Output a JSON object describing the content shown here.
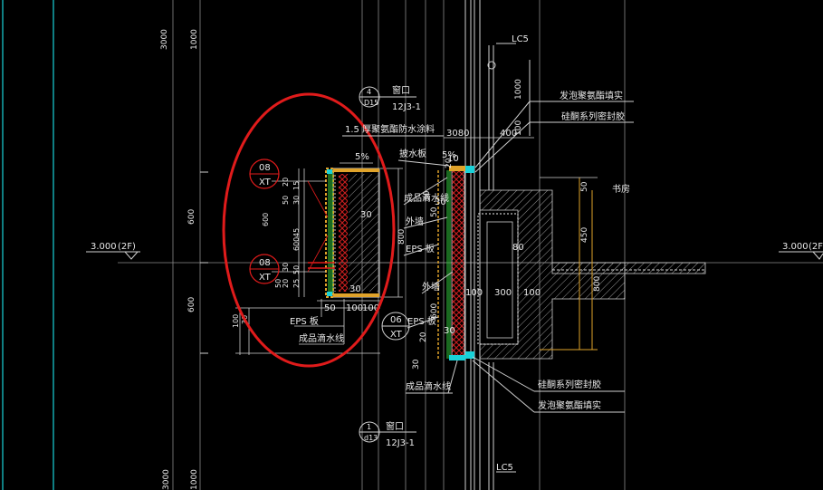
{
  "colors": {
    "background": "#000000",
    "line": "#cfcfcf",
    "cyan": "#19d2d8",
    "highlight": "#e01b1b",
    "insulation": "#e0a32a",
    "hatch": "#b8b8b8",
    "mesh": "#d02020",
    "green": "#2fbf3a"
  },
  "level": {
    "left_value": "3.000",
    "left_floor": "(2F)",
    "right_value": "3.000",
    "right_floor": "(2F)"
  },
  "left_dims": {
    "top": "3000",
    "top2": "1000",
    "mid": "600",
    "bottom": "600",
    "bottom2": "3000",
    "bottom3": "1000"
  },
  "callouts": {
    "upper": {
      "num": "08",
      "code": "XT"
    },
    "lower": {
      "num": "08",
      "code": "XT"
    },
    "right": {
      "num": "06",
      "code": "XT"
    },
    "window_top": {
      "num": "4",
      "sub": "D15",
      "title": "窗口",
      "ref": "12J3-1"
    },
    "window_bottom": {
      "num": "1",
      "sub": "d13",
      "title": "窗口",
      "ref": "12J3-1"
    }
  },
  "labels": {
    "lc5_top": "LC5",
    "lc5_bottom": "LC5",
    "pu_foam_fill_top": "发泡聚氨酯填实",
    "silicone_seal_top": "硅酮系列密封胶",
    "pu_waterproof": "1.5 厚聚氨酯防水涂料",
    "drip_board": "披水板",
    "dim_5pct": "5%",
    "finished_drip_line_mid": "成品滴水线",
    "outer_wall_top": "外墙",
    "eps_board_mid": "EPS 板",
    "outer_wall_right": "外墙",
    "eps_board_right": "EPS 板",
    "eps_board_left": "EPS 板",
    "finished_drip_line_left": "成品滴水线",
    "finished_drip_line_bottom": "成品滴水线",
    "silicone_seal_bottom": "硅酮系列密封胶",
    "pu_foam_fill_bottom": "发泡聚氨酯填实",
    "room": "书房"
  },
  "dims": {
    "d20a": "20",
    "d15": "15",
    "d50a": "50",
    "d30a": "30",
    "d45": "45",
    "d600a": "600",
    "d50b": "50",
    "d30b": "30",
    "d20b": "20",
    "d25": "25",
    "d50c": "50",
    "d50_bot": "50",
    "d100a": "100",
    "d100b": "100",
    "d30_box": "30",
    "d30_box2": "30",
    "d8080": "3080",
    "d100_top": "100",
    "d400": "400",
    "d1000": "1000",
    "d30_col": "30",
    "d100_wall": "100",
    "d300": "300",
    "d100_r": "100",
    "d80": "80",
    "d30_eps": "30",
    "d50_room": "50",
    "d450": "450",
    "d800": "800",
    "d20_bot": "20",
    "d30_bot": "30",
    "d600_r": "600",
    "d20_r": "20",
    "d30_r2": "30",
    "d50_side": "50",
    "d10_top": "10",
    "d30_s": "30",
    "d100_l": "100"
  }
}
